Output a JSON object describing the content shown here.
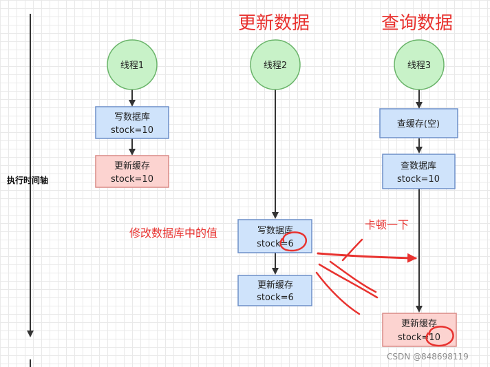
{
  "axis": {
    "label": "执行时间轴"
  },
  "titles": {
    "update": "更新数据",
    "query": "查询数据"
  },
  "threads": [
    {
      "id": "t1",
      "label": "线程1"
    },
    {
      "id": "t2",
      "label": "线程2"
    },
    {
      "id": "t3",
      "label": "线程3"
    }
  ],
  "boxes": {
    "t1_write": {
      "line1": "写数据库",
      "line2": "stock=10"
    },
    "t1_cache": {
      "line1": "更新缓存",
      "line2": "stock=10"
    },
    "t2_write": {
      "line1": "写数据库",
      "line2": "stock=6"
    },
    "t2_cache": {
      "line1": "更新缓存",
      "line2": "stock=6"
    },
    "t3_check": {
      "line1": "查缓存(空)"
    },
    "t3_query": {
      "line1": "查数据库",
      "line2": "stock=10"
    },
    "t3_cache": {
      "line1": "更新缓存",
      "line2": "stock=10"
    }
  },
  "annotations": {
    "modify": "修改数据库中的值",
    "stall": "卡顿一下"
  },
  "watermark": "CSDN @848698119",
  "colors": {
    "thread_fill": "#c8f2c8",
    "thread_stroke": "#6ab46a",
    "box_blue_fill": "#cfe3fb",
    "box_blue_stroke": "#6d8fc8",
    "box_red_fill": "#fcd3d0",
    "box_red_stroke": "#d98a86",
    "annotation_red": "#e8322f"
  }
}
